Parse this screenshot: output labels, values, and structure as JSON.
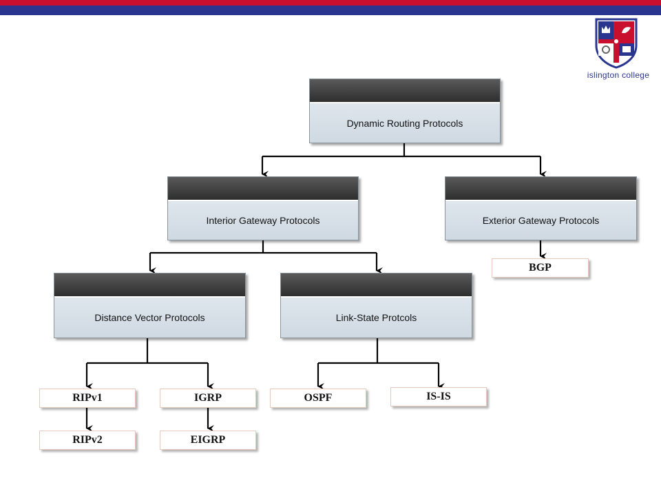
{
  "header": {
    "brand_colors": {
      "red": "#c8102e",
      "blue": "#2a3590"
    }
  },
  "logo": {
    "icon": "college-crest-icon",
    "text": "islington college"
  },
  "diagram": {
    "root": {
      "label": "Dynamic Routing Protocols"
    },
    "interior": {
      "label": "Interior Gateway Protocols"
    },
    "exterior": {
      "label": "Exterior Gateway Protocols"
    },
    "distance_vector": {
      "label": "Distance Vector Protocols"
    },
    "link_state": {
      "label": "Link-State Protcols"
    },
    "leaves": {
      "bgp": "BGP",
      "ripv1": "RIPv1",
      "ripv2": "RIPv2",
      "igrp": "IGRP",
      "eigrp": "EIGRP",
      "ospf": "OSPF",
      "isis": "IS-IS"
    }
  }
}
